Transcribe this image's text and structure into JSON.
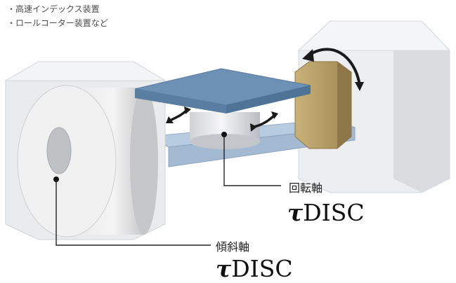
{
  "bullets": [
    "・高速インデックス装置",
    "・ロールコーター装置など"
  ],
  "labels": {
    "rotation_axis": "回転軸",
    "tilt_axis": "傾斜軸"
  },
  "products": {
    "rotation": {
      "symbol": "τ",
      "name": "DISC"
    },
    "tilt": {
      "symbol": "τ",
      "name": "DISC"
    }
  }
}
